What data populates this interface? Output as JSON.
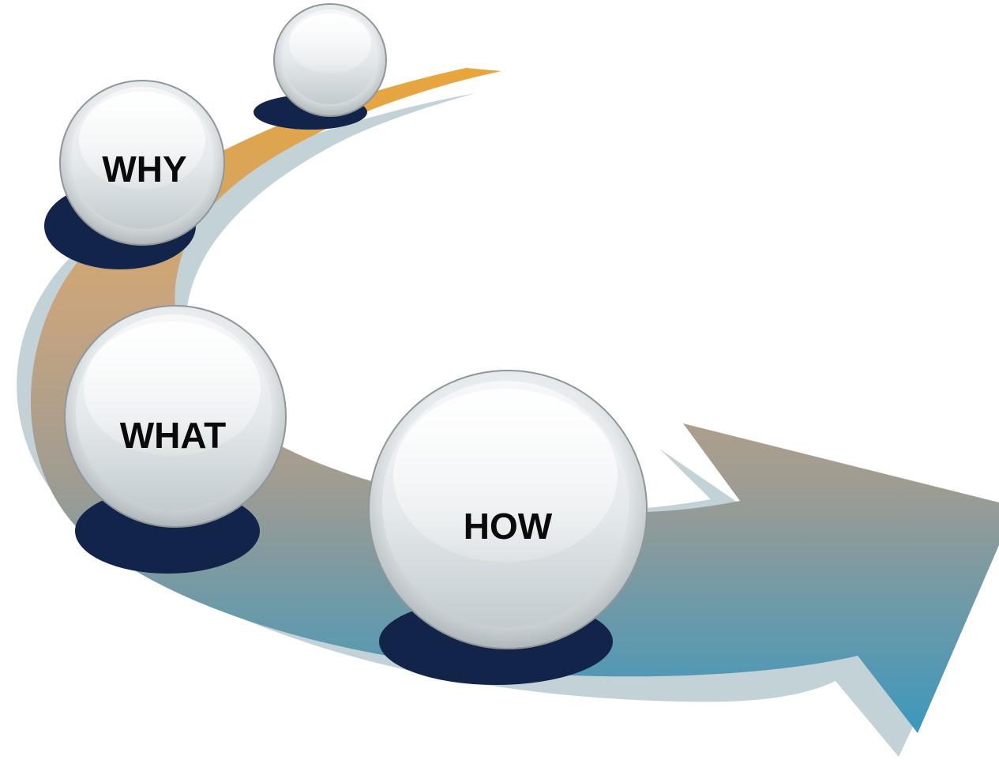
{
  "steps": [
    {
      "id": "why",
      "label": "WHY"
    },
    {
      "id": "what",
      "label": "WHAT"
    },
    {
      "id": "how",
      "label": "HOW"
    }
  ],
  "unlabeled_ball": "",
  "colors": {
    "arrow_top": "#E8A53A",
    "arrow_middle": "#A09C92",
    "arrow_bottom": "#3C97BE",
    "arrow_shadow": "#C3D2D6",
    "ball_base": "#13244A",
    "ball_light": "#F4F6F7",
    "ball_dark": "#AEB5B8",
    "label_text": "#0A0A0A"
  }
}
